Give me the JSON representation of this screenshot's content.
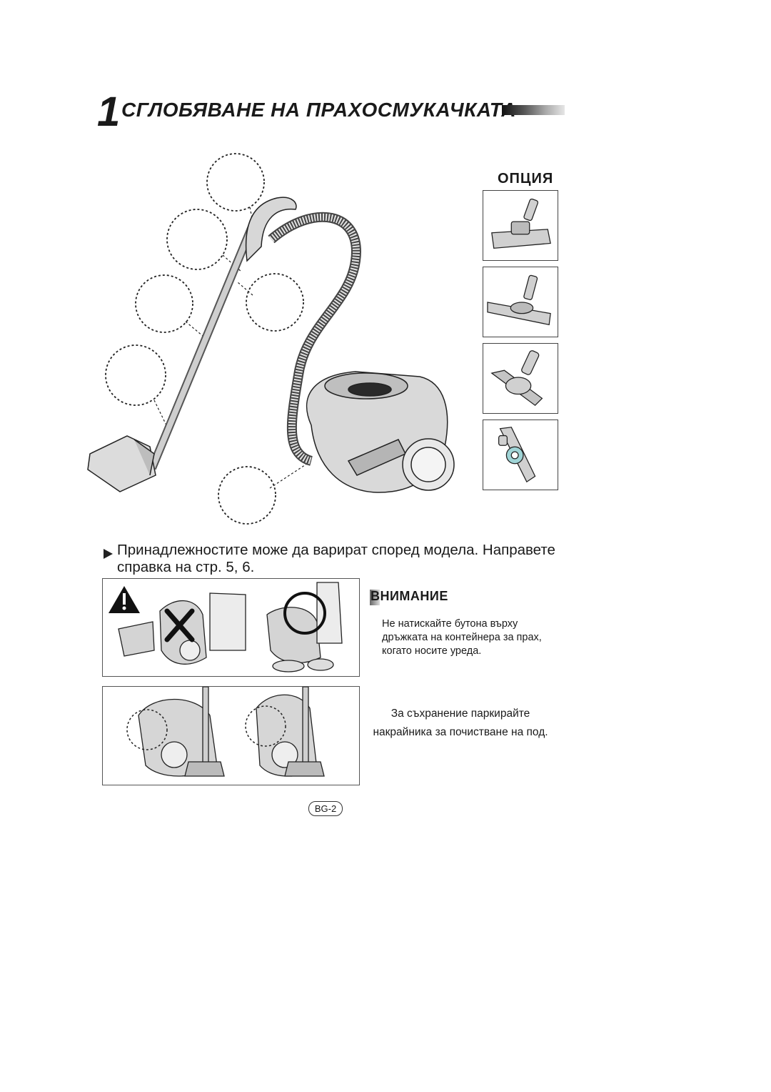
{
  "header": {
    "section_number": "1",
    "section_title": "СГЛОБЯВАНЕ НА ПРАХОСМУКАЧКАТА"
  },
  "options": {
    "label": "ОПЦИЯ",
    "items": [
      {
        "icon": "floor-brush-icon"
      },
      {
        "icon": "parquet-brush-icon"
      },
      {
        "icon": "turbo-brush-icon"
      },
      {
        "icon": "pet-brush-icon"
      }
    ]
  },
  "note": {
    "text": "Принадлежностите може да варират според модела. Направете справка на стр. 5, 6."
  },
  "caution": {
    "heading": "ВНИМАНИЕ",
    "text": "Не натискайте бутона върху дръжката на контейнера за прах, когато носите уреда."
  },
  "storage": {
    "text": "За съхранение паркирайте накрайника за почистване на под."
  },
  "page": {
    "number": "BG-2"
  }
}
